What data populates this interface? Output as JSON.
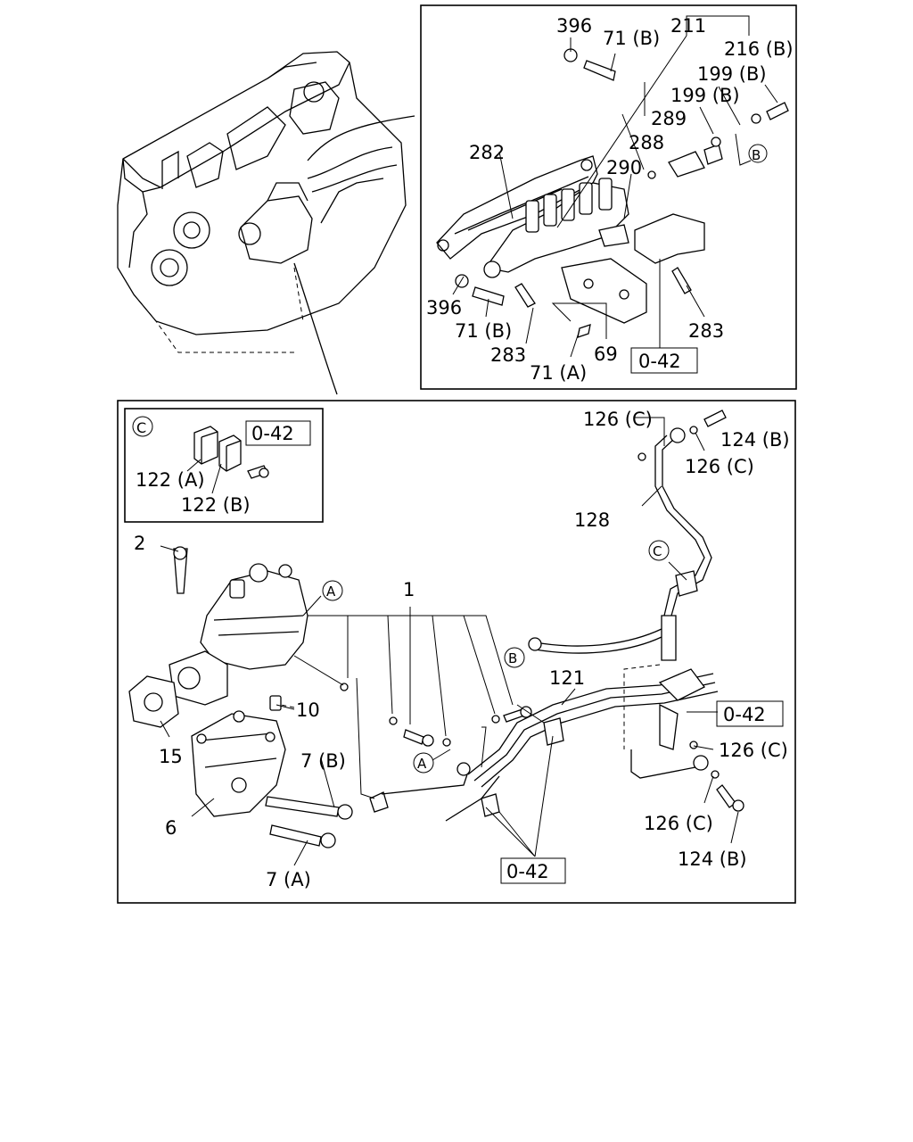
{
  "labels": {
    "l396a": "396",
    "l71b_a": "71 (B)",
    "l211": "211",
    "l216b": "216 (B)",
    "l199b_a": "199 (B)",
    "l199b_b": "199 (B)",
    "l289": "289",
    "l288": "288",
    "l282": "282",
    "l290": "290",
    "lB_top": "B",
    "l396b": "396",
    "l71b_b": "71 (B)",
    "l283a": "283",
    "l71a": "71 (A)",
    "l69": "69",
    "l042_top": "0-42",
    "l283b": "283",
    "lC_inset": "C",
    "l042_inset": "0-42",
    "l122a": "122 (A)",
    "l122b": "122 (B)",
    "l126c_a": "126 (C)",
    "l124b_a": "124 (B)",
    "l126c_b": "126 (C)",
    "l128": "128",
    "lC_pipe": "C",
    "l2": "2",
    "lA_pump": "A",
    "l1": "1",
    "lB_pipe": "B",
    "l121": "121",
    "l042_right": "0-42",
    "l126c_c": "126 (C)",
    "l10": "10",
    "l15": "15",
    "l7b": "7 (B)",
    "lA_low": "A",
    "l6": "6",
    "l126c_d": "126 (C)",
    "l124b_b": "124 (B)",
    "l042_bottom": "0-42",
    "l7a": "7 (A)"
  }
}
